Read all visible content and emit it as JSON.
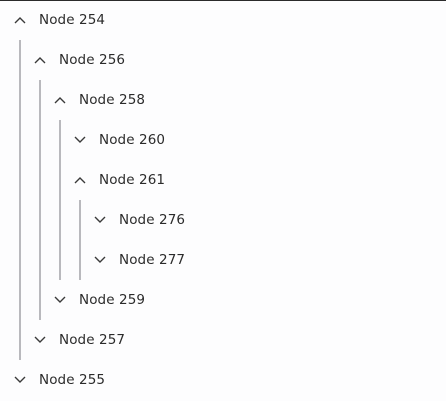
{
  "tree": {
    "nodes": [
      {
        "label": "Node 254",
        "expanded": true
      },
      {
        "label": "Node 256",
        "expanded": true
      },
      {
        "label": "Node 258",
        "expanded": true
      },
      {
        "label": "Node 260",
        "expanded": false
      },
      {
        "label": "Node 261",
        "expanded": true
      },
      {
        "label": "Node 276",
        "expanded": false
      },
      {
        "label": "Node 277",
        "expanded": false
      },
      {
        "label": "Node 259",
        "expanded": false
      },
      {
        "label": "Node 257",
        "expanded": false
      },
      {
        "label": "Node 255",
        "expanded": false
      }
    ],
    "icons": {
      "expanded": "chevron-up-icon",
      "collapsed": "chevron-down-icon"
    },
    "colors": {
      "text": "#2b2b2b",
      "guide_line": "#b9b9bd",
      "background": "#fdfdfe"
    }
  }
}
